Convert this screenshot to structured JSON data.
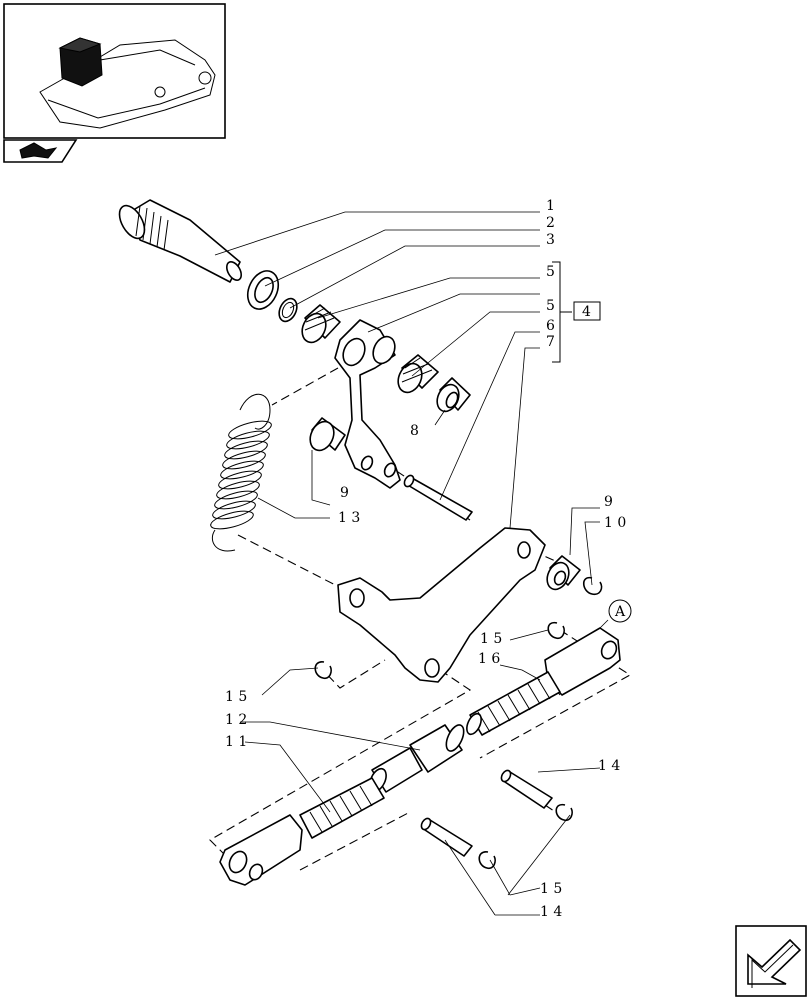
{
  "callouts": [
    {
      "id": "c1",
      "text": "1"
    },
    {
      "id": "c2",
      "text": "2"
    },
    {
      "id": "c3",
      "text": "3"
    },
    {
      "id": "c5a",
      "text": "5"
    },
    {
      "id": "c5b",
      "text": "5"
    },
    {
      "id": "c6",
      "text": "6"
    },
    {
      "id": "c7",
      "text": "7"
    },
    {
      "id": "c4",
      "text": "4"
    },
    {
      "id": "c8",
      "text": "8"
    },
    {
      "id": "c9a",
      "text": "9"
    },
    {
      "id": "c13",
      "text": "1 3"
    },
    {
      "id": "c9b",
      "text": "9"
    },
    {
      "id": "c10",
      "text": "1 0"
    },
    {
      "id": "cA",
      "text": "A"
    },
    {
      "id": "c15a",
      "text": "1 5"
    },
    {
      "id": "c16",
      "text": "1 6"
    },
    {
      "id": "c15b",
      "text": "1 5"
    },
    {
      "id": "c12",
      "text": "1 2"
    },
    {
      "id": "c11",
      "text": "1 1"
    },
    {
      "id": "c14a",
      "text": "1 4"
    },
    {
      "id": "c15c",
      "text": "1 5"
    },
    {
      "id": "c14b",
      "text": "1 4"
    }
  ],
  "icons": {
    "thumbnail": "assembly-thumbnail-icon",
    "nav_tab": "view-marker-icon",
    "next_page": "next-page-arrow-icon"
  },
  "colors": {
    "ink": "#000000",
    "background": "#ffffff"
  }
}
